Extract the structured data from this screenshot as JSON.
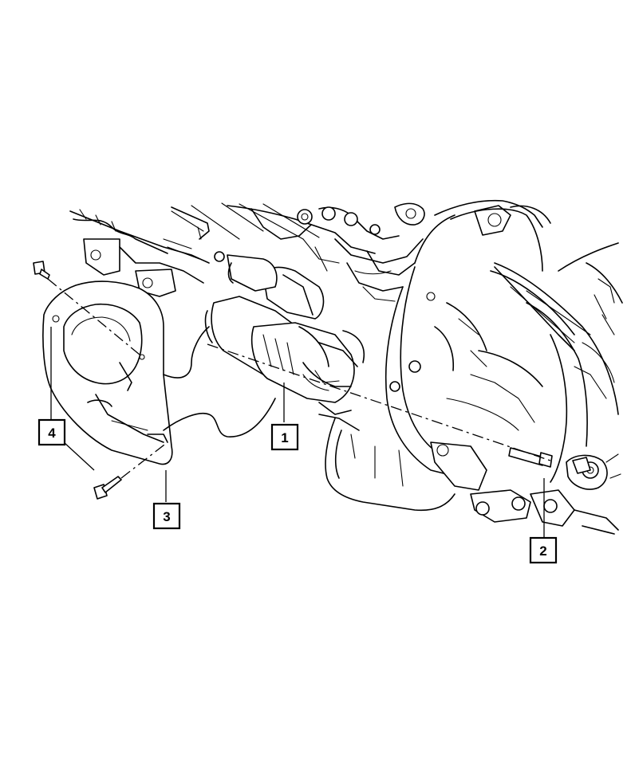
{
  "callouts": [
    {
      "id": "1",
      "label": "1",
      "part": "starter-motor"
    },
    {
      "id": "2",
      "label": "2",
      "part": "starter-bolt"
    },
    {
      "id": "3",
      "label": "3",
      "part": "heat-shield"
    },
    {
      "id": "4",
      "label": "4",
      "part": "heat-shield-bolt"
    }
  ]
}
